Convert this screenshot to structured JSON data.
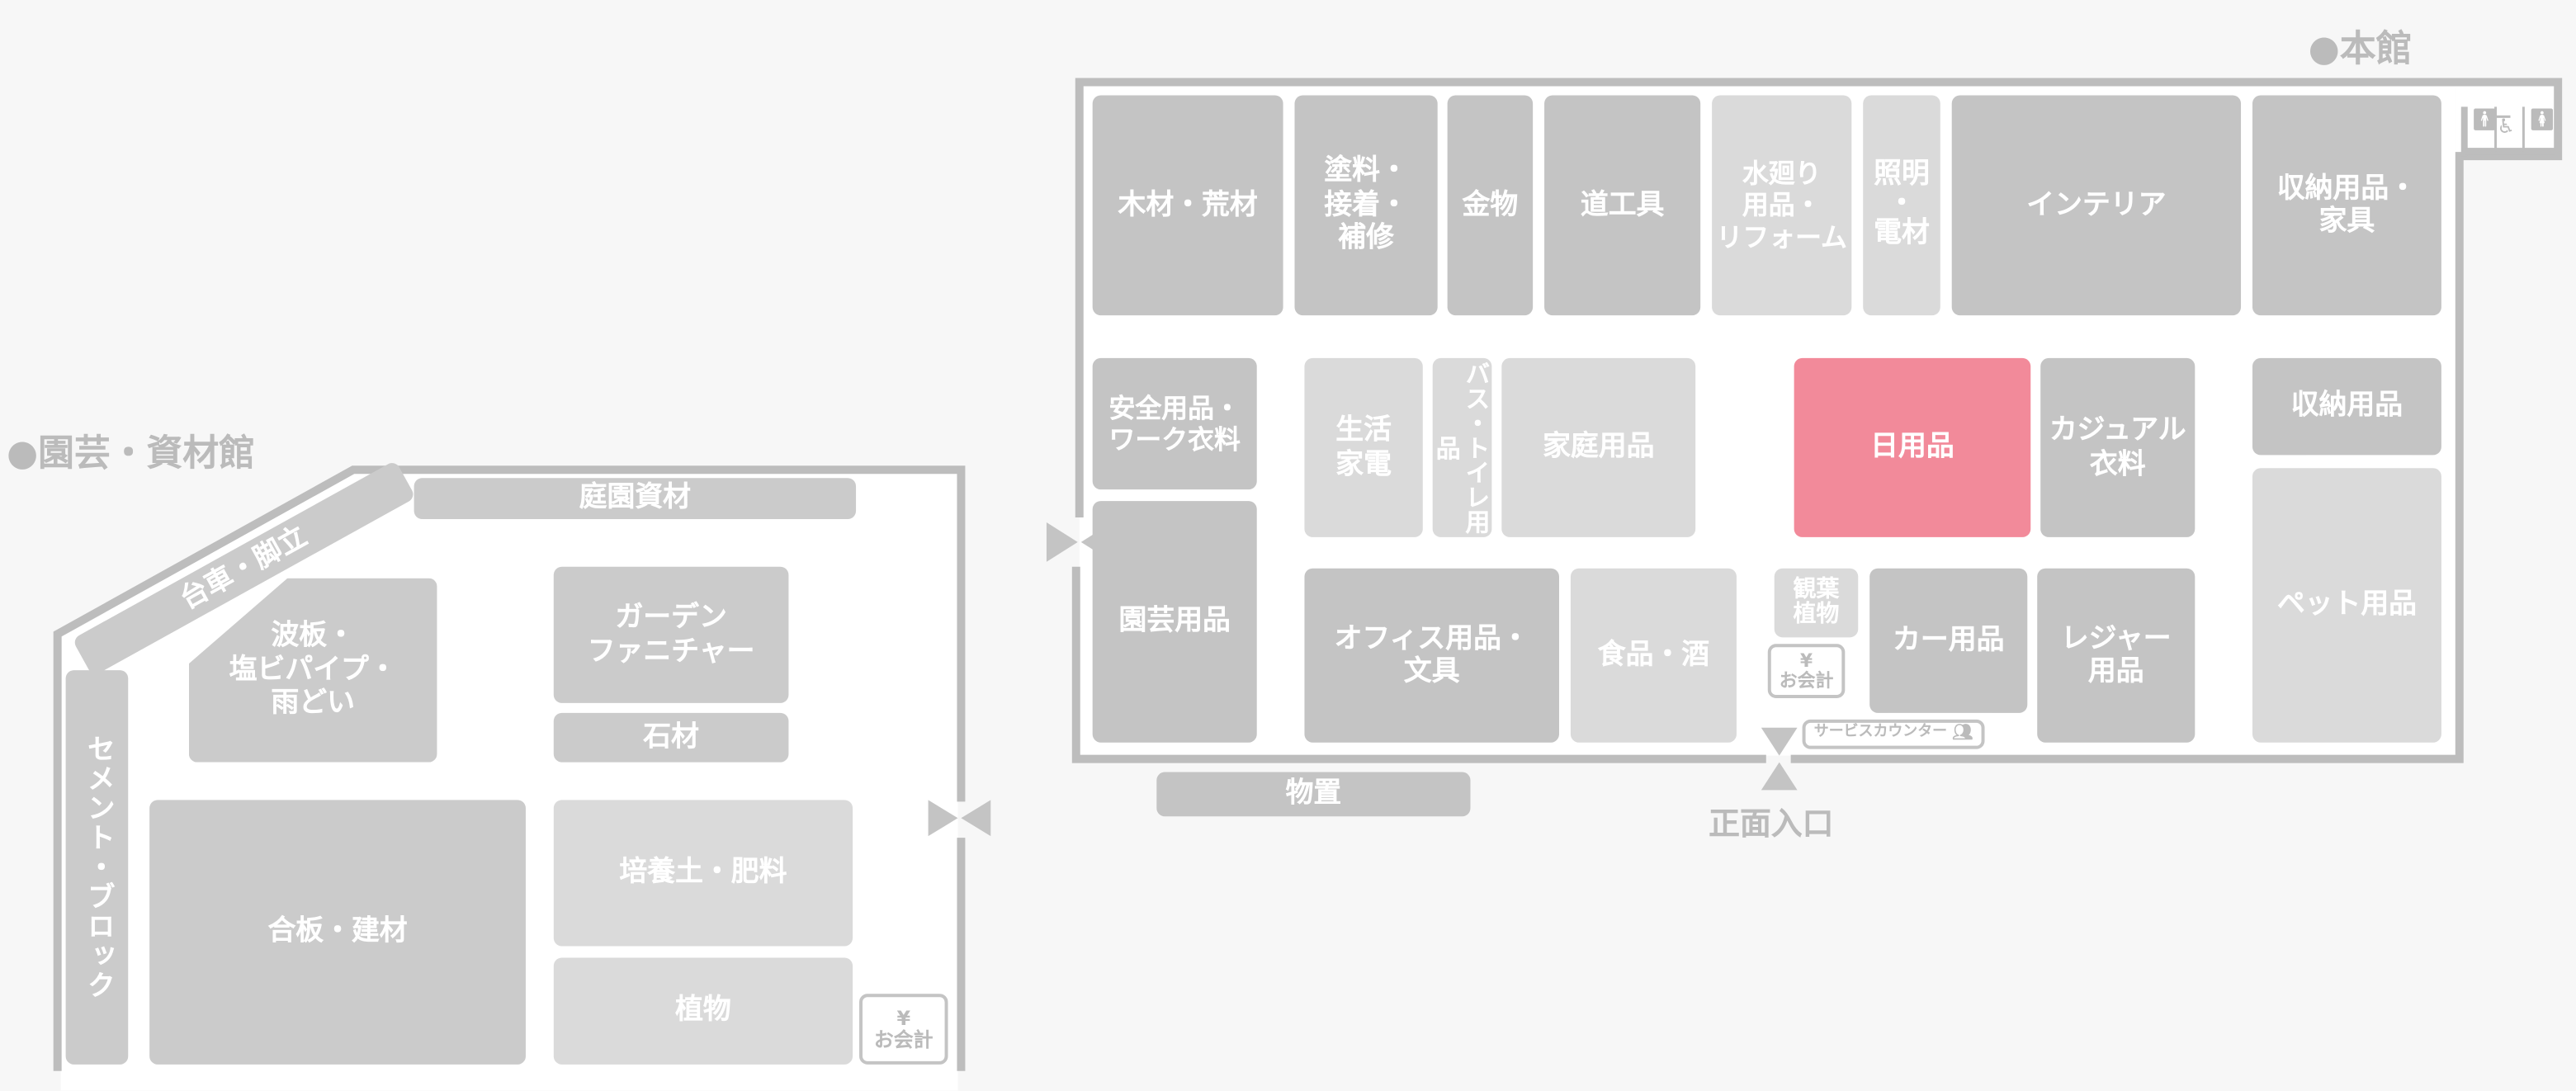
{
  "main_building": {
    "title": "●本館",
    "entrance_label": "正面入口",
    "service_counter": "サービスカウンター",
    "checkout": {
      "symbol": "¥",
      "label": "お会計"
    },
    "restroom_icons": [
      "male-restroom-icon",
      "wheelchair-icon",
      "female-restroom-icon"
    ],
    "sections": {
      "lumber": "木材・荒材",
      "paint": "塗料・\n接着・\n補修",
      "hardware": "金物",
      "tools": "道工具",
      "plumbing": "水廻り\n用品・\nリフォーム",
      "lighting": "照明\n・\n電材",
      "interior": "インテリア",
      "storage_furniture": "収納用品・\n家具",
      "safety": "安全用品・\nワーク衣料",
      "gardening": "園芸用品",
      "appliances": "生活\n家電",
      "bath": "バス・トイレ用品",
      "household": "家庭用品",
      "daily": "日用品",
      "casual": "カジュアル\n衣料",
      "storage": "収納用品",
      "pet": "ペット用品",
      "office": "オフィス用品・\n文具",
      "food": "食品・酒",
      "foliage": "観葉\n植物",
      "car": "カー用品",
      "leisure": "レジャー\n用品",
      "shed": "物置"
    }
  },
  "garden_building": {
    "title": "●園芸・資材館",
    "checkout": {
      "symbol": "¥",
      "label": "お会計"
    },
    "sections": {
      "garden_materials": "庭園資材",
      "carts": "台車・脚立",
      "corrugated": "波板・\n塩ビパイプ・\n雨どい",
      "furniture": "ガーデン\nファニチャー",
      "stone": "石材",
      "cement": "セメント・ブロック",
      "plywood": "合板・建材",
      "soil": "培養土・肥料",
      "plants": "植物"
    }
  },
  "colors": {
    "dark": "#c4c4c4",
    "light": "#dadada",
    "highlight": "#f28a9a",
    "wall": "#bdbdbd"
  }
}
